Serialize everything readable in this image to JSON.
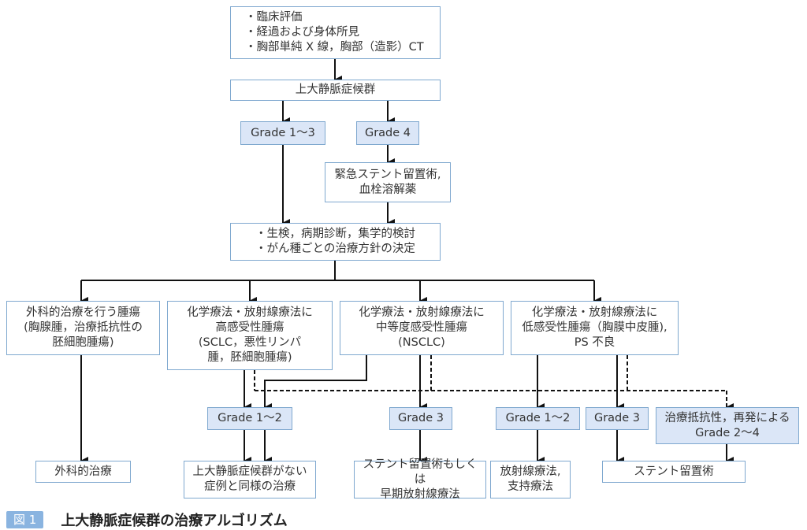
{
  "colors": {
    "box_border": "#7fa8cf",
    "grade_fill": "#dbe6f7",
    "line": "#111111",
    "figure_badge": "#8ab4e0"
  },
  "nodes": {
    "evaluation": "・臨床評価\n・経過および身体所見\n・胸部単純 X 線，胸部（造影）CT",
    "svc_syndrome": "上大静脈症候群",
    "grade_1_3": "Grade 1〜3",
    "grade_4": "Grade 4",
    "emergency_stent": "緊急ステント留置術,\n血栓溶解薬",
    "biopsy": "・生検，病期診断，集学的検討\n・がん種ごとの治療方針の決定",
    "surgical_tumor": "外科的治療を行う腫瘍\n(胸腺腫，治療抵抗性の\n胚細胞腫瘍)",
    "high_sensitivity": "化学療法・放射線療法に\n高感受性腫瘍\n(SCLC，悪性リンパ\n腫，胚細胞腫瘍)",
    "moderate_sensitivity": "化学療法・放射線療法に\n中等度感受性腫瘍\n(NSCLC)",
    "low_sensitivity": "化学療法・放射線療法に\n低感受性腫瘍（胸膜中皮腫),\nPS 不良",
    "grade_1_2_a": "Grade 1〜2",
    "grade_3_a": "Grade 3",
    "grade_1_2_b": "Grade 1〜2",
    "grade_3_b": "Grade 3",
    "refractory": "治療抵抗性，再発による\nGrade 2〜4",
    "surgery": "外科的治療",
    "same_as_no_svc": "上大静脈症候群がない\n症例と同様の治療",
    "stent_or_early_rt": "ステント留置術もしくは\n早期放射線療法",
    "rt_supportive": "放射線療法,\n支持療法",
    "stent": "ステント留置術"
  },
  "caption": {
    "figure_label": "図 1",
    "title": "上大静脈症候群の治療アルゴリズム"
  }
}
